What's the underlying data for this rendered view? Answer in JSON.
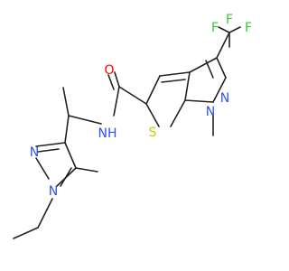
{
  "molecule": {
    "atoms": {
      "F_top": "F",
      "F_left": "F",
      "F_right": "F",
      "O": "O",
      "NH": "NH",
      "N_pyrazole_left": "N",
      "N_pyrazole_right": "N",
      "N_methyl": "N",
      "S": "S",
      "N_ring_left": "N",
      "N_ring_ethyl": "N"
    },
    "colors": {
      "carbon": "#222222",
      "fluorine": "#33cc33",
      "oxygen": "#ff0000",
      "nitrogen": "#3050f8",
      "sulfur": "#cccc00",
      "background": "#ffffff"
    }
  }
}
